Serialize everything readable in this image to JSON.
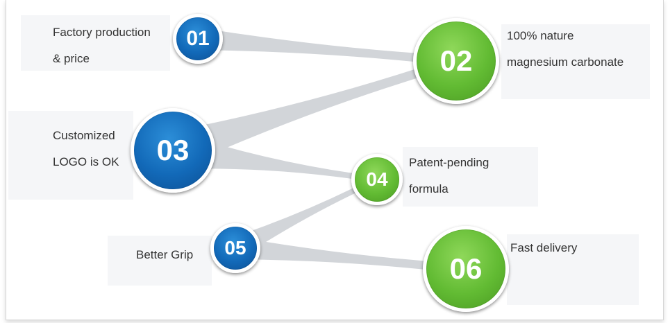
{
  "colors": {
    "blue": "#1269b8",
    "green": "#62bb33",
    "connector": "#d2d5d9",
    "panel": "#f5f6f8",
    "text": "#333333"
  },
  "items": [
    {
      "number": "01",
      "label_lines": [
        "Factory production",
        "& price"
      ],
      "color": "blue"
    },
    {
      "number": "02",
      "label_lines": [
        "100% nature",
        "magnesium carbonate"
      ],
      "color": "green"
    },
    {
      "number": "03",
      "label_lines": [
        "Customized",
        "LOGO is OK"
      ],
      "color": "blue"
    },
    {
      "number": "04",
      "label_lines": [
        "Patent-pending",
        "formula"
      ],
      "color": "green"
    },
    {
      "number": "05",
      "label_lines": [
        "Better Grip"
      ],
      "color": "blue"
    },
    {
      "number": "06",
      "label_lines": [
        "Fast delivery"
      ],
      "color": "green"
    }
  ],
  "connections": [
    [
      "01",
      "02"
    ],
    [
      "03",
      "02"
    ],
    [
      "03",
      "04"
    ],
    [
      "05",
      "04"
    ],
    [
      "05",
      "06"
    ]
  ]
}
